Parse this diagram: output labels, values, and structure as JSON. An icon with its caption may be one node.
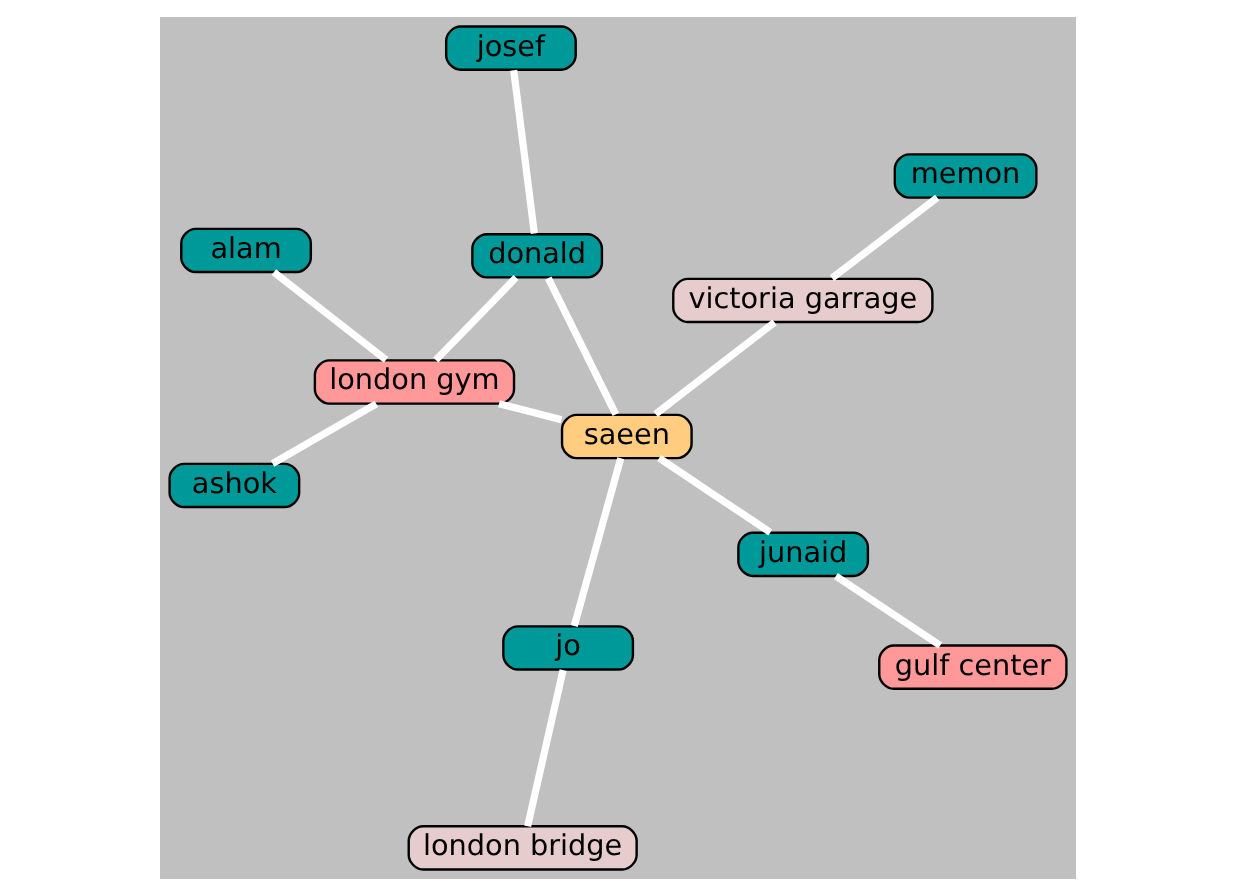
{
  "diagram": {
    "nodes": [
      {
        "text": [
          "ashok"
        ]
      },
      {
        "text": [
          "alam"
        ]
      },
      {
        "text": [
          "london gym"
        ]
      },
      {
        "text": [
          "memon"
        ]
      },
      {
        "text": [
          "victoria garrage"
        ]
      },
      {
        "text": [
          "saeen"
        ]
      },
      {
        "text": [
          "jo"
        ]
      },
      {
        "text": [
          "junaid"
        ]
      },
      {
        "text": [
          "london bridge"
        ]
      },
      {
        "text": [
          "donald"
        ]
      },
      {
        "text": [
          "gulf center"
        ]
      },
      {
        "text": [
          "josef"
        ]
      }
    ],
    "edges": [
      {
        "from": 0,
        "to": 2,
        "arrow": "none"
      },
      {
        "from": 1,
        "to": 2,
        "arrow": "none"
      },
      {
        "from": 2,
        "to": 5,
        "arrow": "none"
      },
      {
        "from": 2,
        "to": 9,
        "arrow": "none"
      },
      {
        "from": 3,
        "to": 4,
        "arrow": "none"
      },
      {
        "from": 4,
        "to": 5,
        "arrow": "none"
      },
      {
        "from": 5,
        "to": 6,
        "arrow": "none"
      },
      {
        "from": 6,
        "to": 8,
        "arrow": "none"
      },
      {
        "from": 5,
        "to": 9,
        "arrow": "none"
      },
      {
        "from": 5,
        "to": 7,
        "arrow": "none"
      },
      {
        "from": 7,
        "to": 10,
        "arrow": "none"
      },
      {
        "from": 9,
        "to": 11,
        "arrow": "none"
      }
    ]
  }
}
